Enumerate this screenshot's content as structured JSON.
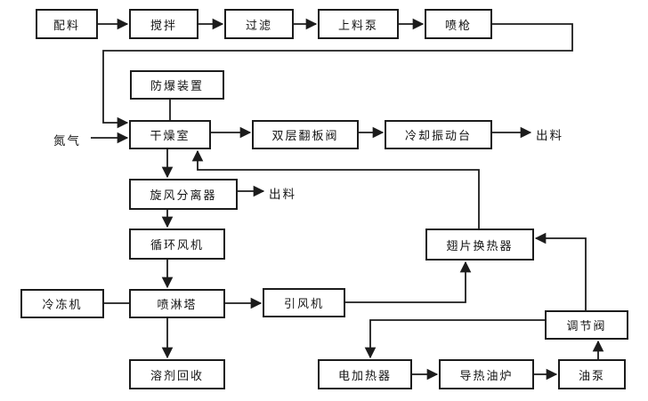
{
  "diagram_type": "process-flowchart",
  "colors": {
    "background": "#ffffff",
    "line": "#1c1c1c",
    "box_fill": "#ffffff",
    "text": "#141414"
  },
  "nodes": {
    "peiliao": {
      "label": "配料"
    },
    "jiaoban": {
      "label": "搅拌"
    },
    "guolv": {
      "label": "过滤"
    },
    "shangliaobeng": {
      "label": "上料泵"
    },
    "penqiang": {
      "label": "喷枪"
    },
    "fangbaozhuangzhi": {
      "label": "防爆装置"
    },
    "ganzaoshi": {
      "label": "干燥室"
    },
    "shuangcengfanbanfa": {
      "label": "双层翻板阀"
    },
    "lengquezhendongtai": {
      "label": "冷却振动台"
    },
    "xuanfengfenliqi": {
      "label": "旋风分离器"
    },
    "xunhuanfengji": {
      "label": "循环风机"
    },
    "lengdongji": {
      "label": "冷冻机"
    },
    "penlinta": {
      "label": "喷淋塔"
    },
    "rongjihuishou": {
      "label": "溶剂回收"
    },
    "yinfengji": {
      "label": "引风机"
    },
    "chipianhuanreqi": {
      "label": "翅片换热器"
    },
    "tiaojiefa": {
      "label": "调节阀"
    },
    "dianjiareqi": {
      "label": "电加热器"
    },
    "daoreyoulu": {
      "label": "导热油炉"
    },
    "youbeng": {
      "label": "油泵"
    }
  },
  "labels": {
    "nitrogen": "氮气",
    "outlet_discharge": "出料",
    "outlet_cyclone": "出料"
  },
  "edges": [
    {
      "from": "配料",
      "to": "搅拌",
      "arrow": true
    },
    {
      "from": "搅拌",
      "to": "过滤",
      "arrow": true
    },
    {
      "from": "过滤",
      "to": "上料泵",
      "arrow": true
    },
    {
      "from": "上料泵",
      "to": "喷枪",
      "arrow": true
    },
    {
      "from": "喷枪",
      "to": "干燥室",
      "arrow": true
    },
    {
      "from": "氮气",
      "to": "干燥室",
      "arrow": true
    },
    {
      "from": "防爆装置",
      "to": "干燥室",
      "arrow": false
    },
    {
      "from": "干燥室",
      "to": "双层翻板阀",
      "arrow": true
    },
    {
      "from": "双层翻板阀",
      "to": "冷却振动台",
      "arrow": true
    },
    {
      "from": "冷却振动台",
      "to": "出料",
      "arrow": true
    },
    {
      "from": "干燥室",
      "to": "旋风分离器",
      "arrow": true
    },
    {
      "from": "旋风分离器",
      "to": "出料",
      "arrow": true
    },
    {
      "from": "旋风分离器",
      "to": "循环风机",
      "arrow": true
    },
    {
      "from": "循环风机",
      "to": "喷淋塔",
      "arrow": true
    },
    {
      "from": "冷冻机",
      "to": "喷淋塔",
      "arrow": false
    },
    {
      "from": "喷淋塔",
      "to": "引风机",
      "arrow": true
    },
    {
      "from": "喷淋塔",
      "to": "溶剂回收",
      "arrow": true
    },
    {
      "from": "引风机",
      "to": "翅片换热器",
      "arrow": true
    },
    {
      "from": "翅片换热器",
      "to": "干燥室",
      "arrow": true
    },
    {
      "from": "油泵",
      "to": "调节阀",
      "arrow": true
    },
    {
      "from": "调节阀",
      "to": "翅片换热器",
      "arrow": true
    },
    {
      "from": "调节阀",
      "to": "电加热器",
      "arrow": true
    },
    {
      "from": "电加热器",
      "to": "导热油炉",
      "arrow": true
    },
    {
      "from": "导热油炉",
      "to": "油泵",
      "arrow": true
    }
  ]
}
